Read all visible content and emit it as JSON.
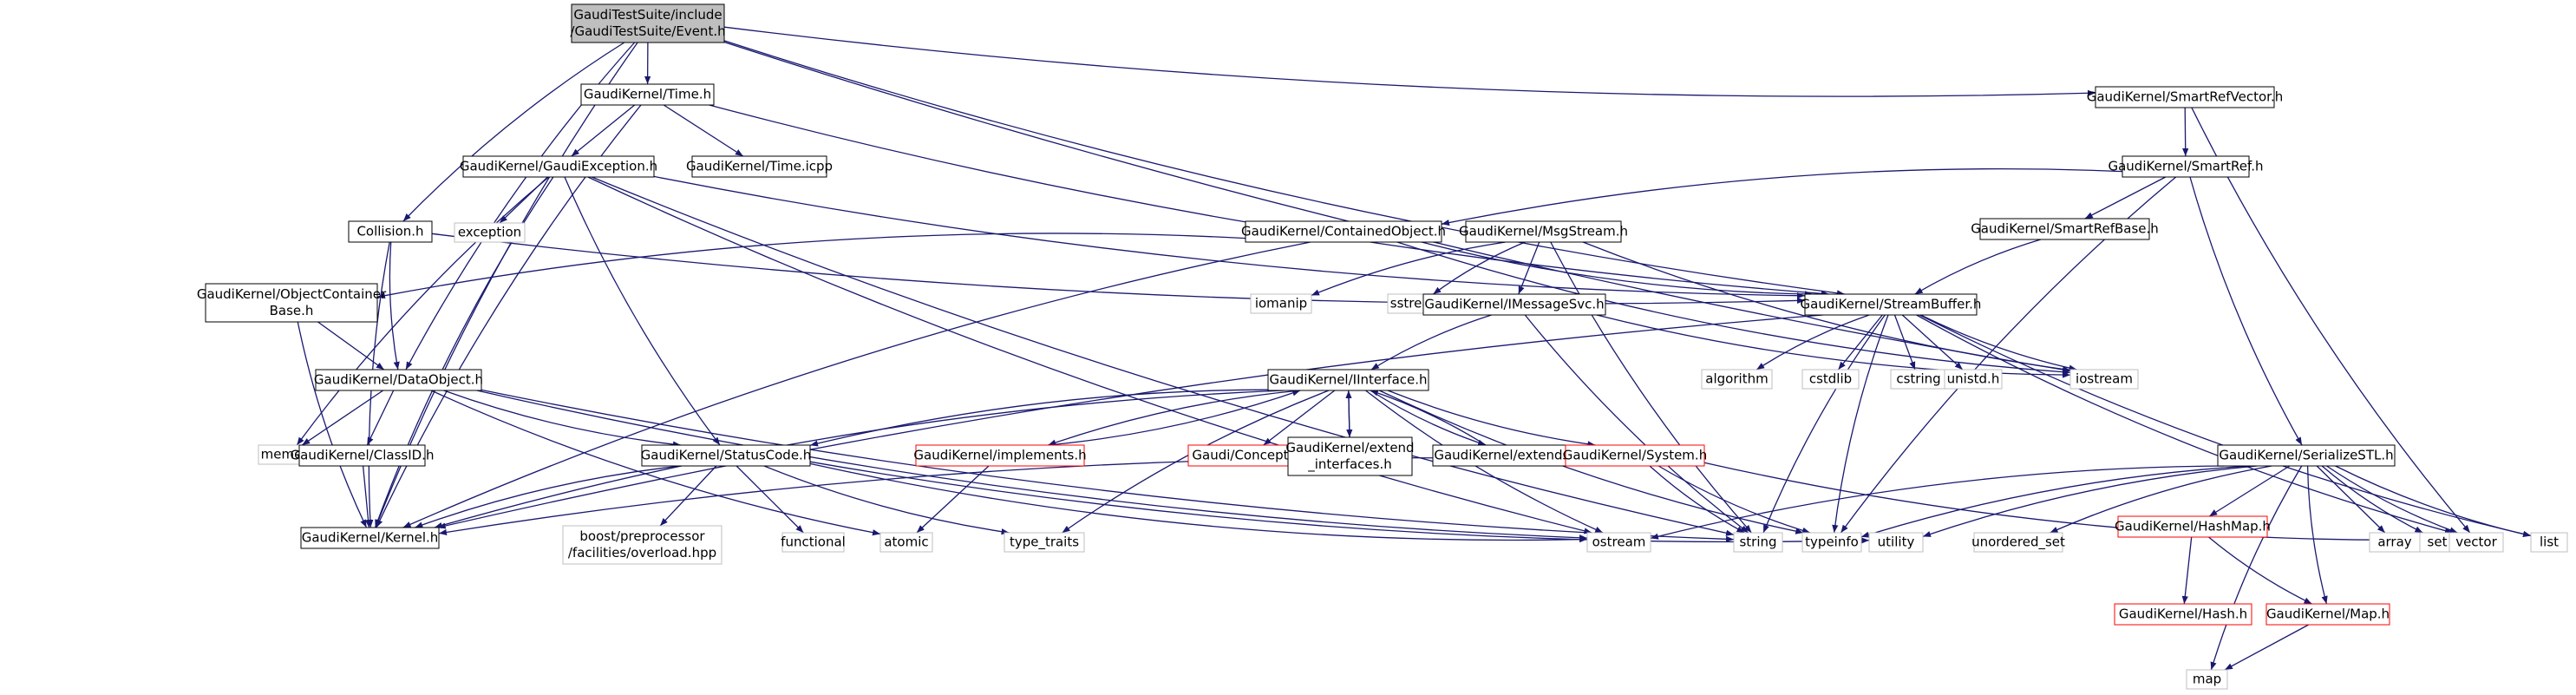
{
  "diagram": {
    "colors": {
      "edge": "#191970",
      "node_border": "#000000",
      "root_fill": "#bfbfbf",
      "missing_border": "#bfbfbf",
      "red_border": "#ff0000",
      "text": "#000000"
    },
    "nodes": {
      "event": {
        "lines": [
          "GaudiTestSuite/include",
          "/GaudiTestSuite/Event.h"
        ],
        "style": "root"
      },
      "time": {
        "lines": [
          "GaudiKernel/Time.h"
        ],
        "style": "normal"
      },
      "srv": {
        "lines": [
          "GaudiKernel/SmartRefVector.h"
        ],
        "style": "normal"
      },
      "gexc": {
        "lines": [
          "GaudiKernel/GaudiException.h"
        ],
        "style": "normal"
      },
      "timeicpp": {
        "lines": [
          "GaudiKernel/Time.icpp"
        ],
        "style": "normal"
      },
      "smartref": {
        "lines": [
          "GaudiKernel/SmartRef.h"
        ],
        "style": "normal"
      },
      "collision": {
        "lines": [
          "Collision.h"
        ],
        "style": "normal"
      },
      "exception": {
        "lines": [
          "exception"
        ],
        "style": "missing"
      },
      "contobj": {
        "lines": [
          "GaudiKernel/ContainedObject.h"
        ],
        "style": "normal"
      },
      "msgstream": {
        "lines": [
          "GaudiKernel/MsgStream.h"
        ],
        "style": "normal"
      },
      "smartrefbase": {
        "lines": [
          "GaudiKernel/SmartRefBase.h"
        ],
        "style": "normal"
      },
      "objcont": {
        "lines": [
          "GaudiKernel/ObjectContainer",
          "Base.h"
        ],
        "style": "normal"
      },
      "iomanip": {
        "lines": [
          "iomanip"
        ],
        "style": "missing"
      },
      "sstream": {
        "lines": [
          "sstream"
        ],
        "style": "missing"
      },
      "imsgsvc": {
        "lines": [
          "GaudiKernel/IMessageSvc.h"
        ],
        "style": "normal"
      },
      "streambuf": {
        "lines": [
          "GaudiKernel/StreamBuffer.h"
        ],
        "style": "normal"
      },
      "dataobj": {
        "lines": [
          "GaudiKernel/DataObject.h"
        ],
        "style": "normal"
      },
      "iinterface": {
        "lines": [
          "GaudiKernel/IInterface.h"
        ],
        "style": "normal"
      },
      "algorithm": {
        "lines": [
          "algorithm"
        ],
        "style": "missing"
      },
      "cstdlib": {
        "lines": [
          "cstdlib"
        ],
        "style": "missing"
      },
      "cstring": {
        "lines": [
          "cstring"
        ],
        "style": "missing"
      },
      "unistd": {
        "lines": [
          "unistd.h"
        ],
        "style": "missing"
      },
      "iostream": {
        "lines": [
          "iostream"
        ],
        "style": "missing"
      },
      "memory": {
        "lines": [
          "memory"
        ],
        "style": "missing"
      },
      "classid": {
        "lines": [
          "GaudiKernel/ClassID.h"
        ],
        "style": "normal"
      },
      "statuscode": {
        "lines": [
          "GaudiKernel/StatusCode.h"
        ],
        "style": "normal"
      },
      "implements": {
        "lines": [
          "GaudiKernel/implements.h"
        ],
        "style": "red"
      },
      "concepts": {
        "lines": [
          "Gaudi/Concepts.h"
        ],
        "style": "red"
      },
      "extifaces": {
        "lines": [
          "GaudiKernel/extend",
          "_interfaces.h"
        ],
        "style": "normal"
      },
      "extends": {
        "lines": [
          "GaudiKernel/extends.h"
        ],
        "style": "normal"
      },
      "system": {
        "lines": [
          "GaudiKernel/System.h"
        ],
        "style": "red"
      },
      "serstl": {
        "lines": [
          "GaudiKernel/SerializeSTL.h"
        ],
        "style": "normal"
      },
      "kernel": {
        "lines": [
          "GaudiKernel/Kernel.h"
        ],
        "style": "normal"
      },
      "boost": {
        "lines": [
          "boost/preprocessor",
          "/facilities/overload.hpp"
        ],
        "style": "missing"
      },
      "functional": {
        "lines": [
          "functional"
        ],
        "style": "missing"
      },
      "atomic": {
        "lines": [
          "atomic"
        ],
        "style": "missing"
      },
      "typetraits": {
        "lines": [
          "type_traits"
        ],
        "style": "missing"
      },
      "ostream": {
        "lines": [
          "ostream"
        ],
        "style": "missing"
      },
      "string": {
        "lines": [
          "string"
        ],
        "style": "missing"
      },
      "typeinfo": {
        "lines": [
          "typeinfo"
        ],
        "style": "missing"
      },
      "utility": {
        "lines": [
          "utility"
        ],
        "style": "missing"
      },
      "unordset": {
        "lines": [
          "unordered_set"
        ],
        "style": "missing"
      },
      "hashmap": {
        "lines": [
          "GaudiKernel/HashMap.h"
        ],
        "style": "red"
      },
      "array": {
        "lines": [
          "array"
        ],
        "style": "missing"
      },
      "set": {
        "lines": [
          "set"
        ],
        "style": "missing"
      },
      "vector": {
        "lines": [
          "vector"
        ],
        "style": "missing"
      },
      "list": {
        "lines": [
          "list"
        ],
        "style": "missing"
      },
      "hash": {
        "lines": [
          "GaudiKernel/Hash.h"
        ],
        "style": "red"
      },
      "mapn": {
        "lines": [
          "GaudiKernel/Map.h"
        ],
        "style": "red"
      },
      "map": {
        "lines": [
          "map"
        ],
        "style": "missing"
      }
    },
    "edges": [
      [
        "event",
        "time"
      ],
      [
        "event",
        "srv"
      ],
      [
        "event",
        "collision"
      ],
      [
        "event",
        "dataobj"
      ],
      [
        "event",
        "streambuf"
      ],
      [
        "event",
        "iostream"
      ],
      [
        "event",
        "kernel"
      ],
      [
        "time",
        "gexc"
      ],
      [
        "time",
        "timeicpp"
      ],
      [
        "time",
        "streambuf"
      ],
      [
        "time",
        "kernel"
      ],
      [
        "srv",
        "smartref"
      ],
      [
        "srv",
        "vector"
      ],
      [
        "gexc",
        "exception"
      ],
      [
        "gexc",
        "statuscode"
      ],
      [
        "gexc",
        "string"
      ],
      [
        "gexc",
        "ostream"
      ],
      [
        "gexc",
        "kernel"
      ],
      [
        "gexc",
        "memory"
      ],
      [
        "gexc",
        "streambuf"
      ],
      [
        "smartref",
        "contobj"
      ],
      [
        "smartref",
        "smartrefbase"
      ],
      [
        "smartref",
        "typeinfo"
      ],
      [
        "smartref",
        "serstl"
      ],
      [
        "smartrefbase",
        "streambuf"
      ],
      [
        "collision",
        "dataobj"
      ],
      [
        "collision",
        "streambuf"
      ],
      [
        "collision",
        "kernel"
      ],
      [
        "contobj",
        "objcont"
      ],
      [
        "contobj",
        "streambuf"
      ],
      [
        "contobj",
        "kernel"
      ],
      [
        "contobj",
        "iostream"
      ],
      [
        "msgstream",
        "iomanip"
      ],
      [
        "msgstream",
        "sstream"
      ],
      [
        "msgstream",
        "imsgsvc"
      ],
      [
        "msgstream",
        "string"
      ],
      [
        "msgstream",
        "iostream"
      ],
      [
        "objcont",
        "dataobj"
      ],
      [
        "objcont",
        "kernel"
      ],
      [
        "imsgsvc",
        "iinterface"
      ],
      [
        "imsgsvc",
        "string"
      ],
      [
        "imsgsvc",
        "iostream"
      ],
      [
        "streambuf",
        "algorithm"
      ],
      [
        "streambuf",
        "cstdlib"
      ],
      [
        "streambuf",
        "cstring"
      ],
      [
        "streambuf",
        "unistd"
      ],
      [
        "streambuf",
        "iostream"
      ],
      [
        "streambuf",
        "list"
      ],
      [
        "streambuf",
        "vector"
      ],
      [
        "streambuf",
        "string"
      ],
      [
        "streambuf",
        "typeinfo"
      ],
      [
        "streambuf",
        "kernel"
      ],
      [
        "dataobj",
        "classid"
      ],
      [
        "dataobj",
        "statuscode"
      ],
      [
        "dataobj",
        "memory"
      ],
      [
        "dataobj",
        "string"
      ],
      [
        "dataobj",
        "ostream"
      ],
      [
        "dataobj",
        "atomic"
      ],
      [
        "classid",
        "kernel"
      ],
      [
        "iinterface",
        "implements"
      ],
      [
        "iinterface",
        "concepts"
      ],
      [
        "iinterface",
        "extifaces"
      ],
      [
        "iinterface",
        "extends"
      ],
      [
        "iinterface",
        "system"
      ],
      [
        "iinterface",
        "statuscode"
      ],
      [
        "iinterface",
        "kernel"
      ],
      [
        "iinterface",
        "typetraits"
      ],
      [
        "iinterface",
        "ostream"
      ],
      [
        "iinterface",
        "typeinfo"
      ],
      [
        "implements",
        "iinterface"
      ],
      [
        "implements",
        "atomic"
      ],
      [
        "extifaces",
        "iinterface"
      ],
      [
        "extends",
        "iinterface"
      ],
      [
        "system",
        "kernel"
      ],
      [
        "system",
        "string"
      ],
      [
        "system",
        "typeinfo"
      ],
      [
        "system",
        "vector"
      ],
      [
        "statuscode",
        "kernel"
      ],
      [
        "statuscode",
        "boost"
      ],
      [
        "statuscode",
        "functional"
      ],
      [
        "statuscode",
        "typetraits"
      ],
      [
        "statuscode",
        "ostream"
      ],
      [
        "statuscode",
        "utility"
      ],
      [
        "serstl",
        "hashmap"
      ],
      [
        "serstl",
        "mapn"
      ],
      [
        "serstl",
        "map"
      ],
      [
        "serstl",
        "array"
      ],
      [
        "serstl",
        "set"
      ],
      [
        "serstl",
        "vector"
      ],
      [
        "serstl",
        "list"
      ],
      [
        "serstl",
        "unordset"
      ],
      [
        "serstl",
        "utility"
      ],
      [
        "serstl",
        "ostream"
      ],
      [
        "serstl",
        "typeinfo"
      ],
      [
        "hashmap",
        "hash"
      ],
      [
        "hashmap",
        "mapn"
      ],
      [
        "mapn",
        "map"
      ]
    ]
  }
}
